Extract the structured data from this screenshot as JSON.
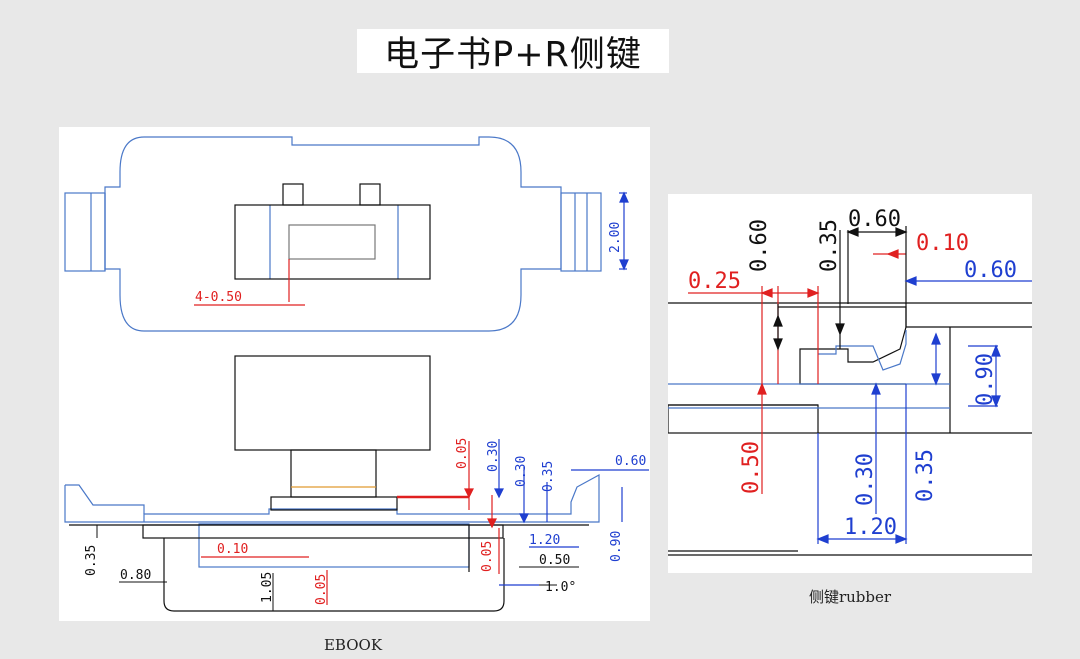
{
  "title": "电子书P+R侧键",
  "captions": {
    "left": "EBOOK",
    "right": "侧键rubber"
  },
  "colors": {
    "outline_blue": "#4a78c8",
    "dim_red": "#e02020",
    "dim_blue": "#1f3fd0",
    "black": "#111111",
    "orange": "#e09a30"
  },
  "left_dims": {
    "d_4_050": "4-0.50",
    "d_200": "2.00",
    "d_005a": "0.05",
    "d_030a": "0.30",
    "d_030b": "0.30",
    "d_035a": "0.35",
    "d_060": "0.60",
    "d_035b": "0.35",
    "d_080": "0.80",
    "d_010": "0.10",
    "d_105": "1.05",
    "d_005b": "0.05",
    "d_005c": "0.05",
    "d_120": "1.20",
    "d_050": "0.50",
    "d_090": "0.90",
    "d_10deg": "1.0°"
  },
  "right_dims": {
    "d_060a": "0.60",
    "d_035a": "0.35",
    "d_060b": "0.60",
    "d_010": "0.10",
    "d_025": "0.25",
    "d_060c": "0.60",
    "d_090": "0.90",
    "d_050": "0.50",
    "d_030": "0.30",
    "d_035b": "0.35",
    "d_120": "1.20"
  }
}
